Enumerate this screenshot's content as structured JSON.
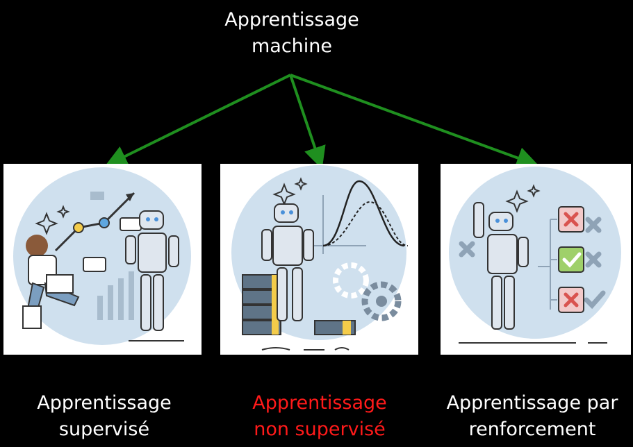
{
  "root": {
    "line1": "Apprentissage",
    "line2": "machine"
  },
  "branches": [
    {
      "line1": "Apprentissage",
      "line2": "supervisé",
      "color": "#ffffff",
      "icon": "supervised-learning-illustration"
    },
    {
      "line1": "Apprentissage",
      "line2": "non supervisé",
      "color": "#ff1a1a",
      "icon": "unsupervised-learning-illustration"
    },
    {
      "line1": "Apprentissage par",
      "line2": "renforcement",
      "color": "#ffffff",
      "icon": "reinforcement-learning-illustration"
    }
  ],
  "colors": {
    "arrow": "#1f8f1f",
    "background": "#000000",
    "circle": "#cfe0ee",
    "robot": "#dfe6ee"
  }
}
